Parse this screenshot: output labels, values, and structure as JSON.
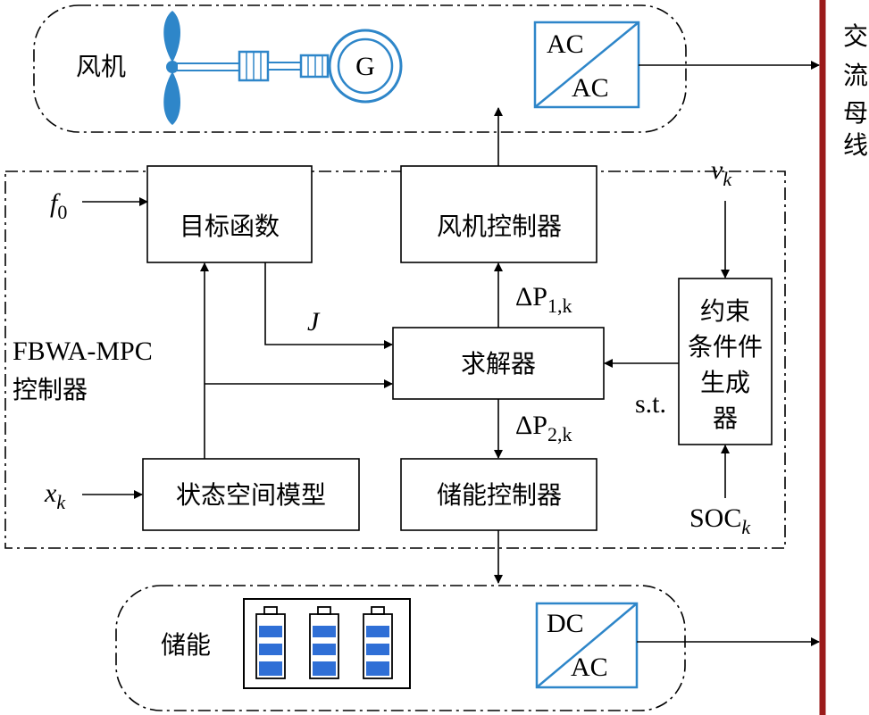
{
  "diagram": {
    "wind_group": {
      "label": "风机",
      "generator_label": "G",
      "converter_top": "AC",
      "converter_bottom": "AC"
    },
    "bus": {
      "label_chars": [
        "交",
        "流",
        "母",
        "线"
      ]
    },
    "controller": {
      "label_line1": "FBWA-MPC",
      "label_line2": "控制器"
    },
    "blocks": {
      "objective": "目标函数",
      "wind_controller": "风机控制器",
      "solver": "求解器",
      "constraint_lines": [
        "约束",
        "条件件",
        "生成",
        "器"
      ],
      "state_model": "状态空间模型",
      "storage_controller": "储能控制器"
    },
    "signals": {
      "f0_main": "f",
      "f0_sub": "0",
      "J": "J",
      "dP1_prefix": "ΔP",
      "dP1_sub": "1,k",
      "dP2_prefix": "ΔP",
      "dP2_sub": "2,k",
      "vk_main": "v",
      "vk_sub": "k",
      "xk_main": "x",
      "xk_sub": "k",
      "st": "s.t.",
      "soc_main": "SOC",
      "soc_sub": "k"
    },
    "storage_group": {
      "label": "储能",
      "converter_top": "DC",
      "converter_bottom": "AC"
    },
    "colors": {
      "bus": "#9b1b1b",
      "converter_border": "#2e86c9",
      "blade": "#2e86c9",
      "battery": "#2f6fd6",
      "line": "#000000"
    }
  }
}
